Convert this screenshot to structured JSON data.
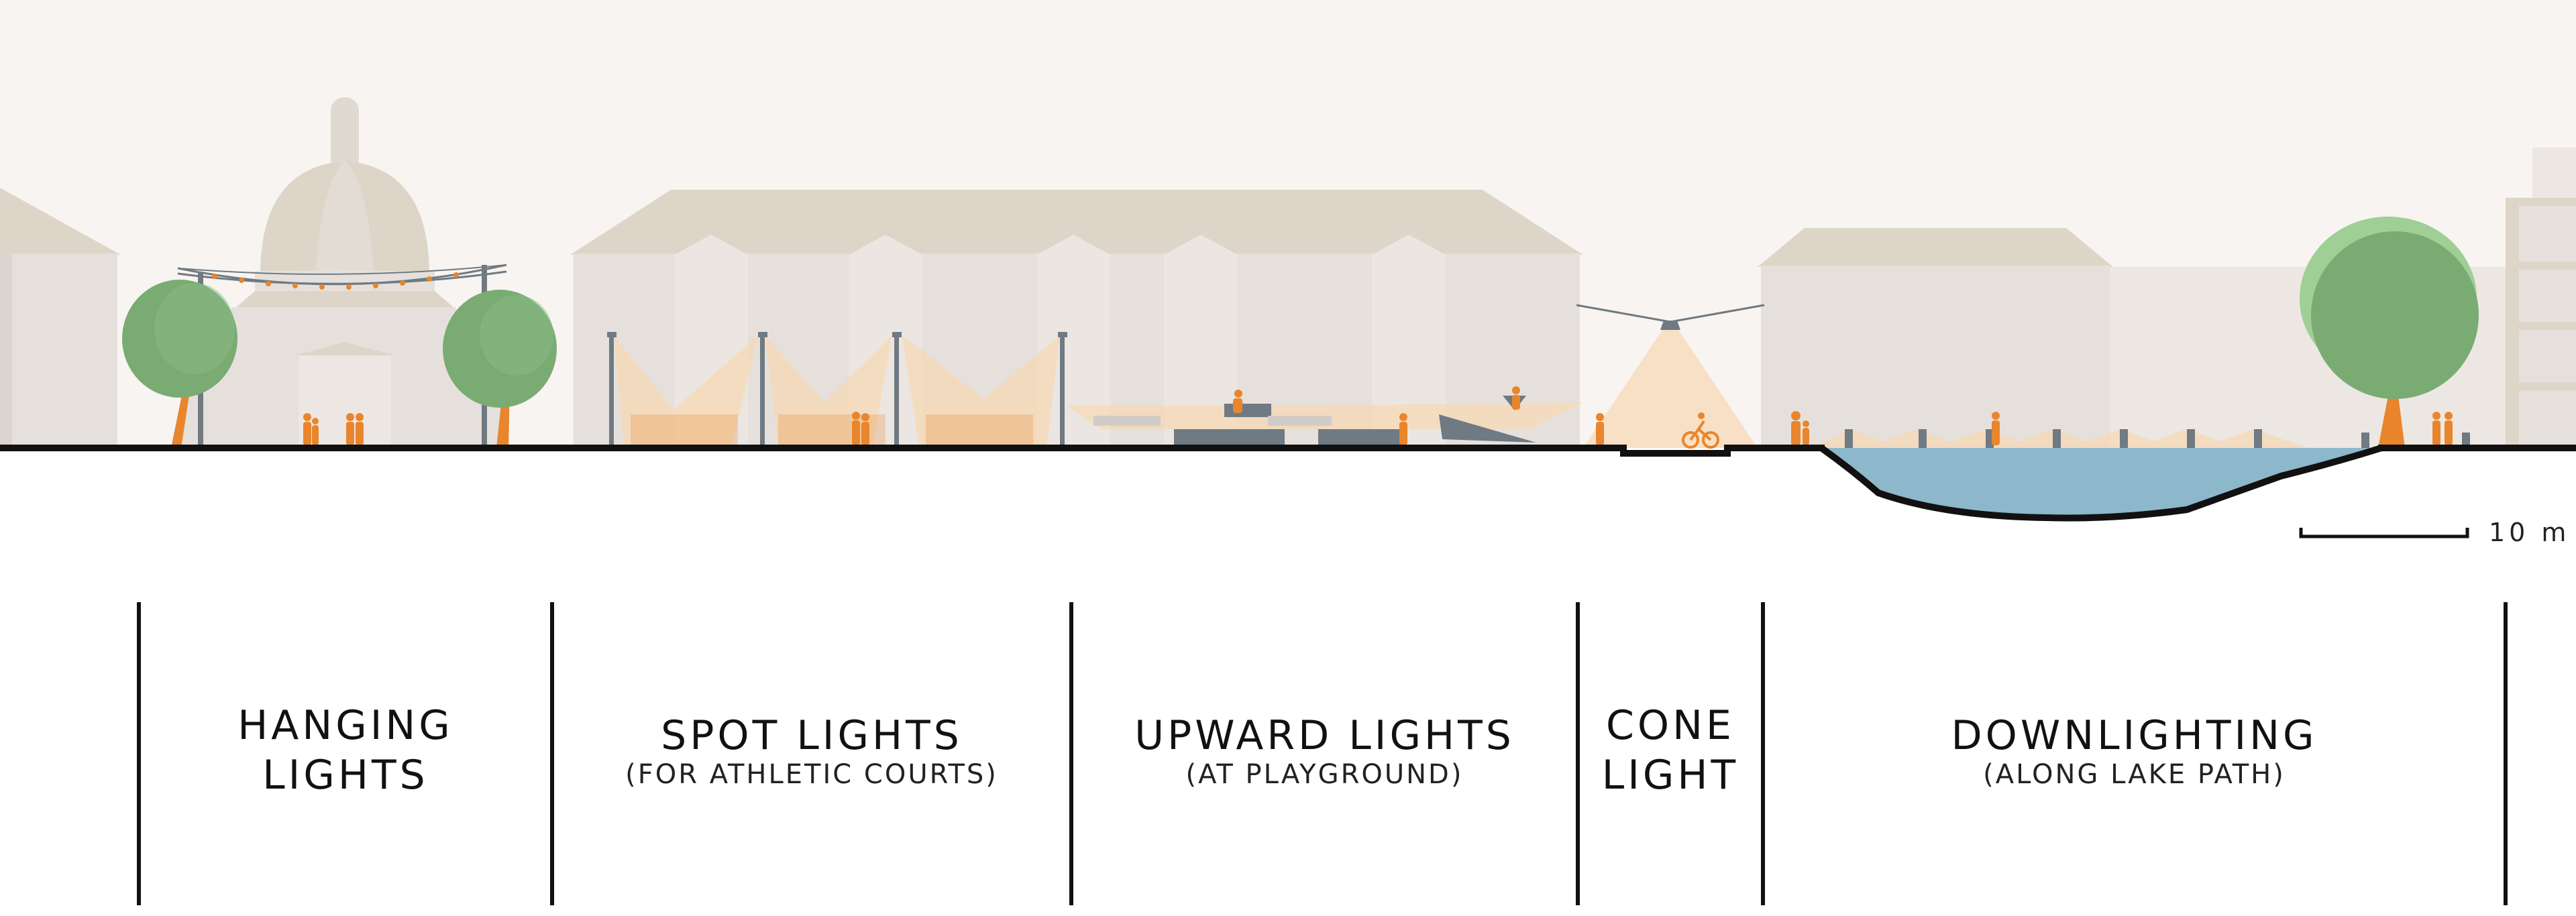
{
  "colors": {
    "sky": "#f8f4f1",
    "building": "#e6e0dc",
    "roof": "#ddd6c8",
    "tree": "#7aab73",
    "trunk": "#e9852c",
    "person": "#e9852c",
    "light_glow": "#f7d9b5",
    "water": "#8db7cb",
    "ground": "#111111",
    "pole": "#6f7a82"
  },
  "scale_bar": {
    "label": "10 m"
  },
  "zones": [
    {
      "title": "HANGING\nLIGHTS",
      "subtitle": ""
    },
    {
      "title": "SPOT LIGHTS",
      "subtitle": "(FOR ATHLETIC COURTS)"
    },
    {
      "title": "UPWARD LIGHTS",
      "subtitle": "(AT PLAYGROUND)"
    },
    {
      "title": "CONE\nLIGHT",
      "subtitle": ""
    },
    {
      "title": "DOWNLIGHTING",
      "subtitle": "(ALONG LAKE PATH)"
    }
  ],
  "icons": {
    "people": "person-icon",
    "cyclist": "cyclist-icon",
    "tree": "tree-icon",
    "lamp": "lamp-icon"
  }
}
